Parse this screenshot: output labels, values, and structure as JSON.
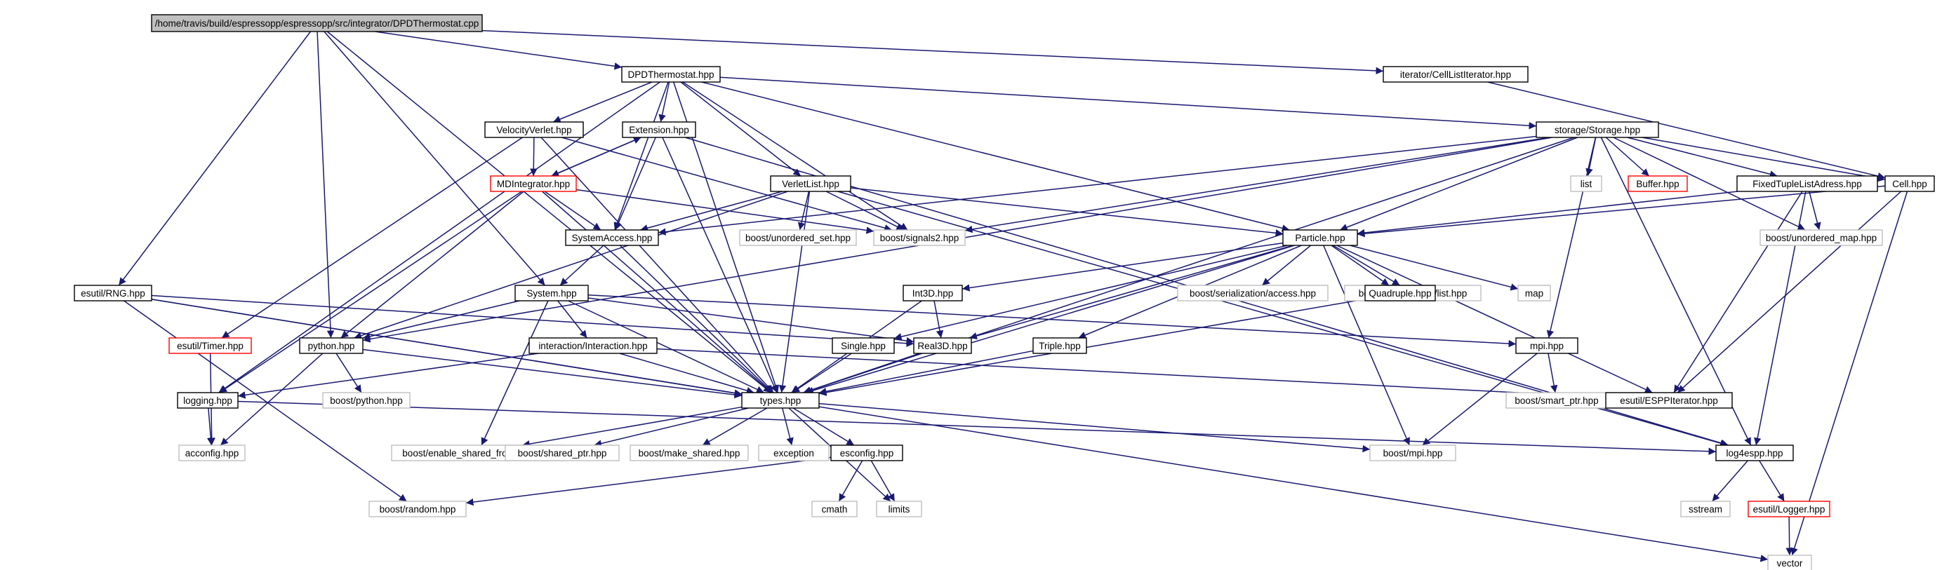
{
  "colors": {
    "edge": "#191970",
    "border_normal": "#000000",
    "border_undocumented": "#bfbfbf",
    "border_truncated": "#ff0000",
    "fill_root": "#bfbfbf",
    "fill": "#ffffff"
  },
  "nodes": [
    {
      "id": "root",
      "label": "/home/travis/build/espressopp/espressopp/src/integrator/DPDThermostat.cpp",
      "style": "root"
    },
    {
      "id": "dpdh",
      "label": "DPDThermostat.hpp",
      "style": "normal"
    },
    {
      "id": "cliter",
      "label": "iterator/CellListIterator.hpp",
      "style": "normal"
    },
    {
      "id": "vv",
      "label": "VelocityVerlet.hpp",
      "style": "normal"
    },
    {
      "id": "ext",
      "label": "Extension.hpp",
      "style": "normal"
    },
    {
      "id": "storage",
      "label": "storage/Storage.hpp",
      "style": "normal"
    },
    {
      "id": "mdint",
      "label": "MDIntegrator.hpp",
      "style": "truncated"
    },
    {
      "id": "vlist",
      "label": "VerletList.hpp",
      "style": "normal"
    },
    {
      "id": "list",
      "label": "list",
      "style": "undocumented"
    },
    {
      "id": "buffer",
      "label": "Buffer.hpp",
      "style": "truncated"
    },
    {
      "id": "ftla",
      "label": "FixedTupleListAdress.hpp",
      "style": "normal"
    },
    {
      "id": "cell",
      "label": "Cell.hpp",
      "style": "normal"
    },
    {
      "id": "sysacc",
      "label": "SystemAccess.hpp",
      "style": "normal"
    },
    {
      "id": "sig2",
      "label": "boost/signals2.hpp",
      "style": "undocumented"
    },
    {
      "id": "uset",
      "label": "boost/unordered_set.hpp",
      "style": "undocumented"
    },
    {
      "id": "particle",
      "label": "Particle.hpp",
      "style": "normal"
    },
    {
      "id": "umap",
      "label": "boost/unordered_map.hpp",
      "style": "undocumented"
    },
    {
      "id": "rng",
      "label": "esutil/RNG.hpp",
      "style": "normal"
    },
    {
      "id": "system",
      "label": "System.hpp",
      "style": "normal"
    },
    {
      "id": "int3d",
      "label": "Int3D.hpp",
      "style": "normal"
    },
    {
      "id": "bsa",
      "label": "boost/serialization/access.hpp",
      "style": "undocumented"
    },
    {
      "id": "bsl",
      "label": "boost/serialization/list.hpp",
      "style": "undocumented"
    },
    {
      "id": "map",
      "label": "map",
      "style": "undocumented"
    },
    {
      "id": "quad",
      "label": "Quadruple.hpp",
      "style": "normal"
    },
    {
      "id": "timer",
      "label": "esutil/Timer.hpp",
      "style": "truncated"
    },
    {
      "id": "python",
      "label": "python.hpp",
      "style": "normal"
    },
    {
      "id": "inter",
      "label": "interaction/Interaction.hpp",
      "style": "normal"
    },
    {
      "id": "single",
      "label": "Single.hpp",
      "style": "normal"
    },
    {
      "id": "real3d",
      "label": "Real3D.hpp",
      "style": "normal"
    },
    {
      "id": "triple",
      "label": "Triple.hpp",
      "style": "normal"
    },
    {
      "id": "mpi",
      "label": "mpi.hpp",
      "style": "normal"
    },
    {
      "id": "logging",
      "label": "logging.hpp",
      "style": "normal"
    },
    {
      "id": "bpython",
      "label": "boost/python.hpp",
      "style": "undocumented"
    },
    {
      "id": "types",
      "label": "types.hpp",
      "style": "normal"
    },
    {
      "id": "bsmart",
      "label": "boost/smart_ptr.hpp",
      "style": "undocumented"
    },
    {
      "id": "esppit",
      "label": "esutil/ESPPIterator.hpp",
      "style": "normal"
    },
    {
      "id": "acconfig",
      "label": "acconfig.hpp",
      "style": "undocumented"
    },
    {
      "id": "besft",
      "label": "boost/enable_shared_from_this.hpp",
      "style": "undocumented"
    },
    {
      "id": "bshared",
      "label": "boost/shared_ptr.hpp",
      "style": "undocumented"
    },
    {
      "id": "bmake",
      "label": "boost/make_shared.hpp",
      "style": "undocumented"
    },
    {
      "id": "exception",
      "label": "exception",
      "style": "undocumented"
    },
    {
      "id": "esconfig",
      "label": "esconfig.hpp",
      "style": "normal"
    },
    {
      "id": "bmpi",
      "label": "boost/mpi.hpp",
      "style": "undocumented"
    },
    {
      "id": "log4",
      "label": "log4espp.hpp",
      "style": "normal"
    },
    {
      "id": "brandom",
      "label": "boost/random.hpp",
      "style": "undocumented"
    },
    {
      "id": "cmath",
      "label": "cmath",
      "style": "undocumented"
    },
    {
      "id": "limits",
      "label": "limits",
      "style": "undocumented"
    },
    {
      "id": "sstream",
      "label": "sstream",
      "style": "undocumented"
    },
    {
      "id": "logger",
      "label": "esutil/Logger.hpp",
      "style": "truncated"
    },
    {
      "id": "vector",
      "label": "vector",
      "style": "undocumented"
    }
  ],
  "edges": [
    [
      "root",
      "dpdh"
    ],
    [
      "root",
      "cliter"
    ],
    [
      "root",
      "rng"
    ],
    [
      "root",
      "python"
    ],
    [
      "root",
      "system"
    ],
    [
      "root",
      "types"
    ],
    [
      "dpdh",
      "vv"
    ],
    [
      "dpdh",
      "ext"
    ],
    [
      "dpdh",
      "vlist"
    ],
    [
      "dpdh",
      "sysacc"
    ],
    [
      "dpdh",
      "sig2"
    ],
    [
      "dpdh",
      "storage"
    ],
    [
      "dpdh",
      "particle"
    ],
    [
      "dpdh",
      "logging"
    ],
    [
      "dpdh",
      "types"
    ],
    [
      "cliter",
      "cell"
    ],
    [
      "vv",
      "mdint"
    ],
    [
      "vv",
      "timer"
    ],
    [
      "vv",
      "types"
    ],
    [
      "vv",
      "sig2"
    ],
    [
      "ext",
      "mdint"
    ],
    [
      "ext",
      "sysacc"
    ],
    [
      "ext",
      "types"
    ],
    [
      "ext",
      "log4"
    ],
    [
      "mdint",
      "ext"
    ],
    [
      "mdint",
      "sysacc"
    ],
    [
      "mdint",
      "sig2"
    ],
    [
      "mdint",
      "python"
    ],
    [
      "mdint",
      "logging"
    ],
    [
      "mdint",
      "types"
    ],
    [
      "vlist",
      "sysacc"
    ],
    [
      "vlist",
      "uset"
    ],
    [
      "vlist",
      "sig2"
    ],
    [
      "vlist",
      "particle"
    ],
    [
      "vlist",
      "python"
    ],
    [
      "vlist",
      "types"
    ],
    [
      "vlist",
      "log4"
    ],
    [
      "storage",
      "list"
    ],
    [
      "storage",
      "buffer"
    ],
    [
      "storage",
      "ftla"
    ],
    [
      "storage",
      "cell"
    ],
    [
      "storage",
      "umap"
    ],
    [
      "storage",
      "sysacc"
    ],
    [
      "storage",
      "sig2"
    ],
    [
      "storage",
      "python"
    ],
    [
      "storage",
      "mpi"
    ],
    [
      "storage",
      "types"
    ],
    [
      "storage",
      "log4"
    ],
    [
      "storage",
      "particle"
    ],
    [
      "ftla",
      "particle"
    ],
    [
      "ftla",
      "umap"
    ],
    [
      "ftla",
      "esppit"
    ],
    [
      "ftla",
      "log4"
    ],
    [
      "cell",
      "particle"
    ],
    [
      "cell",
      "esppit"
    ],
    [
      "cell",
      "vector"
    ],
    [
      "sysacc",
      "system"
    ],
    [
      "sysacc",
      "types"
    ],
    [
      "particle",
      "int3d"
    ],
    [
      "particle",
      "real3d"
    ],
    [
      "particle",
      "bsa"
    ],
    [
      "particle",
      "bsl"
    ],
    [
      "particle",
      "map"
    ],
    [
      "particle",
      "quad"
    ],
    [
      "particle",
      "single"
    ],
    [
      "particle",
      "triple"
    ],
    [
      "particle",
      "types"
    ],
    [
      "particle",
      "bmpi"
    ],
    [
      "particle",
      "esppit"
    ],
    [
      "rng",
      "real3d"
    ],
    [
      "rng",
      "types"
    ],
    [
      "rng",
      "brandom"
    ],
    [
      "rng",
      "vector"
    ],
    [
      "system",
      "python"
    ],
    [
      "system",
      "inter"
    ],
    [
      "system",
      "real3d"
    ],
    [
      "system",
      "types"
    ],
    [
      "system",
      "mpi"
    ],
    [
      "system",
      "besft"
    ],
    [
      "int3d",
      "real3d"
    ],
    [
      "int3d",
      "types"
    ],
    [
      "quad",
      "types"
    ],
    [
      "timer",
      "acconfig"
    ],
    [
      "python",
      "acconfig"
    ],
    [
      "python",
      "bpython"
    ],
    [
      "python",
      "types"
    ],
    [
      "inter",
      "logging"
    ],
    [
      "inter",
      "types"
    ],
    [
      "inter",
      "esppit"
    ],
    [
      "single",
      "types"
    ],
    [
      "real3d",
      "types"
    ],
    [
      "triple",
      "types"
    ],
    [
      "mpi",
      "bsmart"
    ],
    [
      "mpi",
      "bmpi"
    ],
    [
      "logging",
      "acconfig"
    ],
    [
      "logging",
      "log4"
    ],
    [
      "types",
      "besft"
    ],
    [
      "types",
      "bshared"
    ],
    [
      "types",
      "bmake"
    ],
    [
      "types",
      "exception"
    ],
    [
      "types",
      "esconfig"
    ],
    [
      "types",
      "limits"
    ],
    [
      "types",
      "bmpi"
    ],
    [
      "esconfig",
      "brandom"
    ],
    [
      "esconfig",
      "cmath"
    ],
    [
      "esconfig",
      "limits"
    ],
    [
      "log4",
      "sstream"
    ],
    [
      "log4",
      "logger"
    ],
    [
      "logger",
      "vector"
    ]
  ]
}
